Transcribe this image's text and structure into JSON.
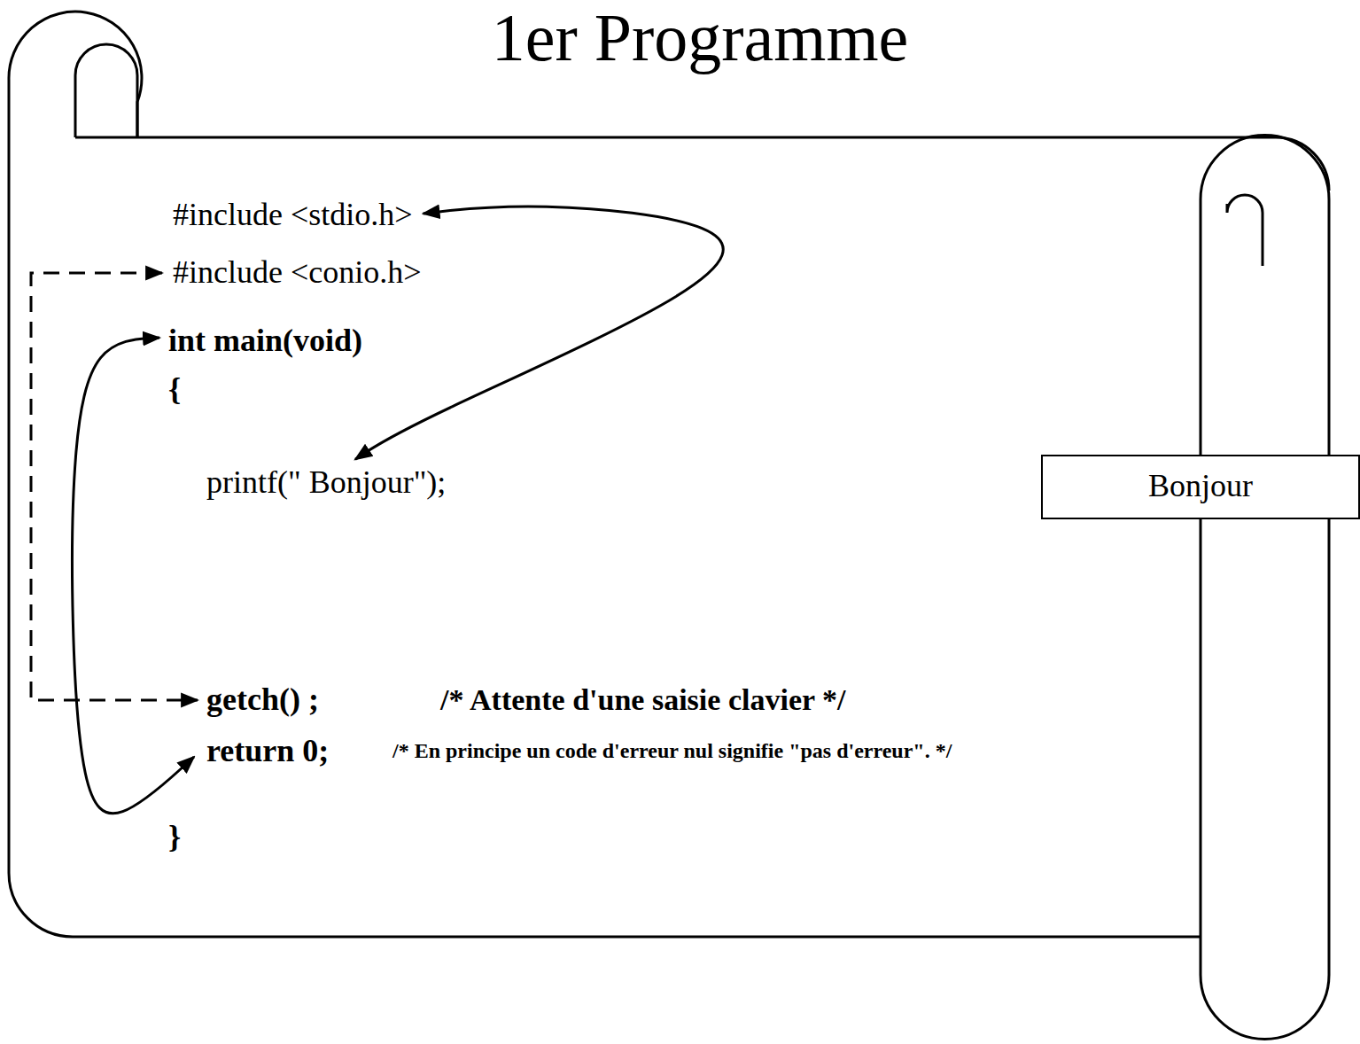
{
  "diagram": {
    "title": "1er Programme",
    "nodes": [
      {
        "text": [
          "#include <stdio.h>"
        ]
      },
      {
        "text": [
          "#include <conio.h>"
        ]
      },
      {
        "text": [
          "int main(void)"
        ]
      },
      {
        "text": [
          "{"
        ]
      },
      {
        "text": [
          "printf(\" Bonjour\");"
        ]
      },
      {
        "text": [
          "getch() ;"
        ]
      },
      {
        "text": [
          "return 0;"
        ]
      },
      {
        "text": [
          "}"
        ]
      },
      {
        "text": [
          "Bonjour"
        ]
      }
    ],
    "edges": [
      {
        "from": 0,
        "to": 4,
        "arrow": "both"
      },
      {
        "from": 1,
        "to": 5,
        "arrow": "both"
      },
      {
        "from": 2,
        "to": 6,
        "arrow": "both"
      }
    ],
    "labels": [
      "/* Attente d'une saisie clavier */",
      "/* En principe un code d'erreur nul signifie \"pas d'erreur\". */"
    ]
  }
}
